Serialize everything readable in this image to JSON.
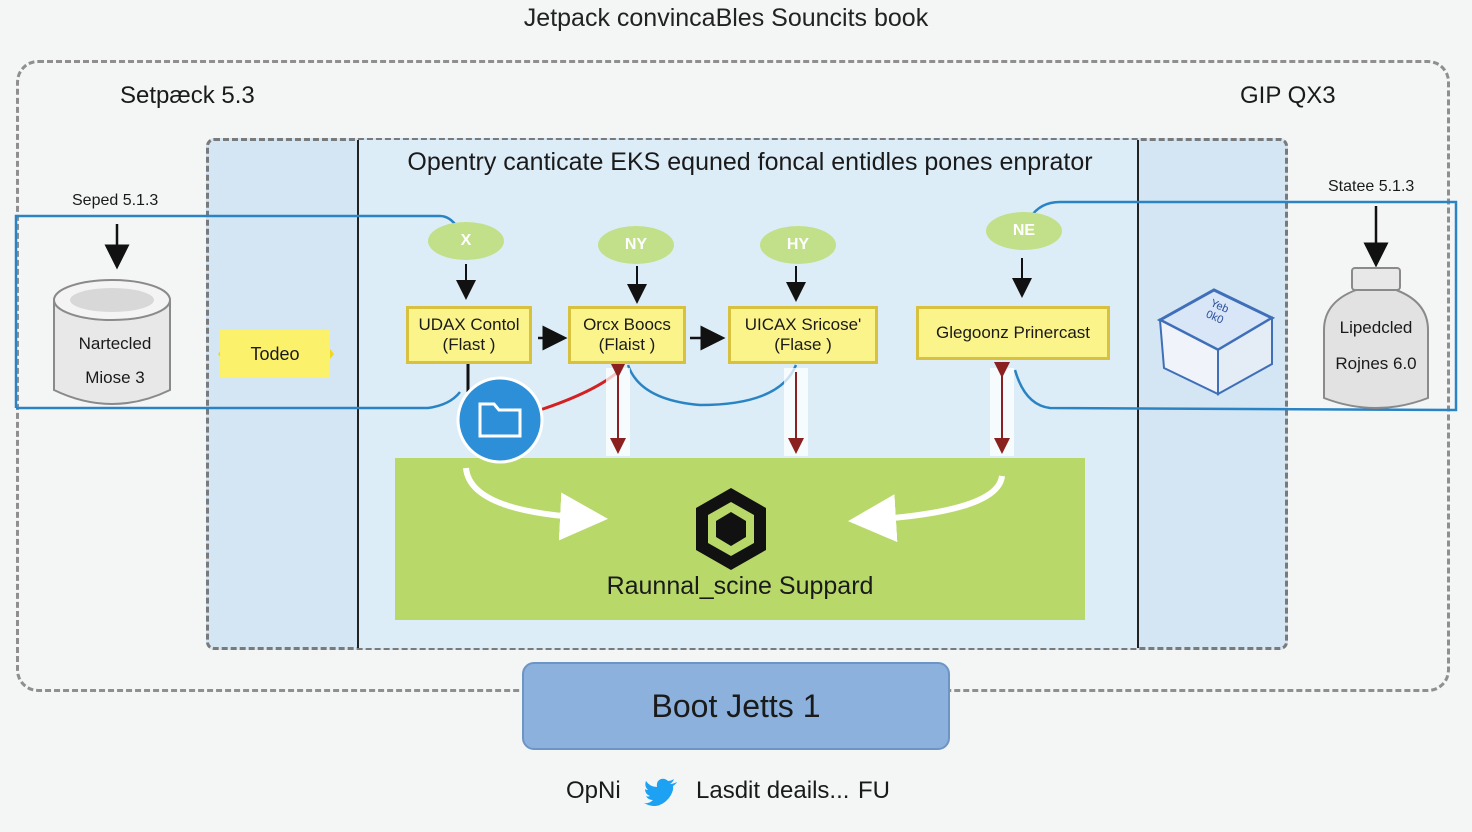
{
  "title": "Jetpack convincaBles Souncits book",
  "left_heading": "Setpæck 5.3",
  "right_heading": "GIP QX3",
  "panel_subtitle": "Opentry canticate EKS equned foncal entidles pones enprator",
  "left_column": {
    "top_label": "Seped 5.1.3",
    "device_line1": "Nartecled",
    "device_line2": "Miose 3",
    "badge": "Todeo"
  },
  "right_column": {
    "top_label": "Statee 5.1.3",
    "jar_line1": "Lipedcled",
    "jar_line2": "Rojnes 6.0",
    "box_text": "Yeb\n0k0"
  },
  "ovals": [
    "X",
    "NY",
    "HY",
    "NE"
  ],
  "boxes": [
    {
      "line1": "UDAX Contol",
      "line2": "(Flast )"
    },
    {
      "line1": "Orcx Boocs",
      "line2": "(Flaist )"
    },
    {
      "line1": "UICAX Sricose'",
      "line2": "(Flase )"
    },
    {
      "line1": "Glegoonz Prinercast",
      "line2": ""
    }
  ],
  "green_label": "Raunnal_scine Suppard",
  "boot_button": "Boot Jetts 1",
  "footer": {
    "left": "OpNi",
    "middle": "Lasdit deails...",
    "right": "FU"
  },
  "colors": {
    "inner_panel": "#d4e6f4",
    "green_band": "#b8d96a",
    "boot_button": "#8bb1dc",
    "oval": "#c2e089",
    "yellow_box": "#fbf48a",
    "connector_blue": "#2a84c4",
    "connector_red": "#d42020",
    "folder_circle": "#2d8fd8"
  },
  "icons": [
    "folder-icon",
    "cube-logo-icon",
    "twitter-bird-icon",
    "storage-device-icon",
    "jar-icon",
    "box-3d-icon"
  ]
}
